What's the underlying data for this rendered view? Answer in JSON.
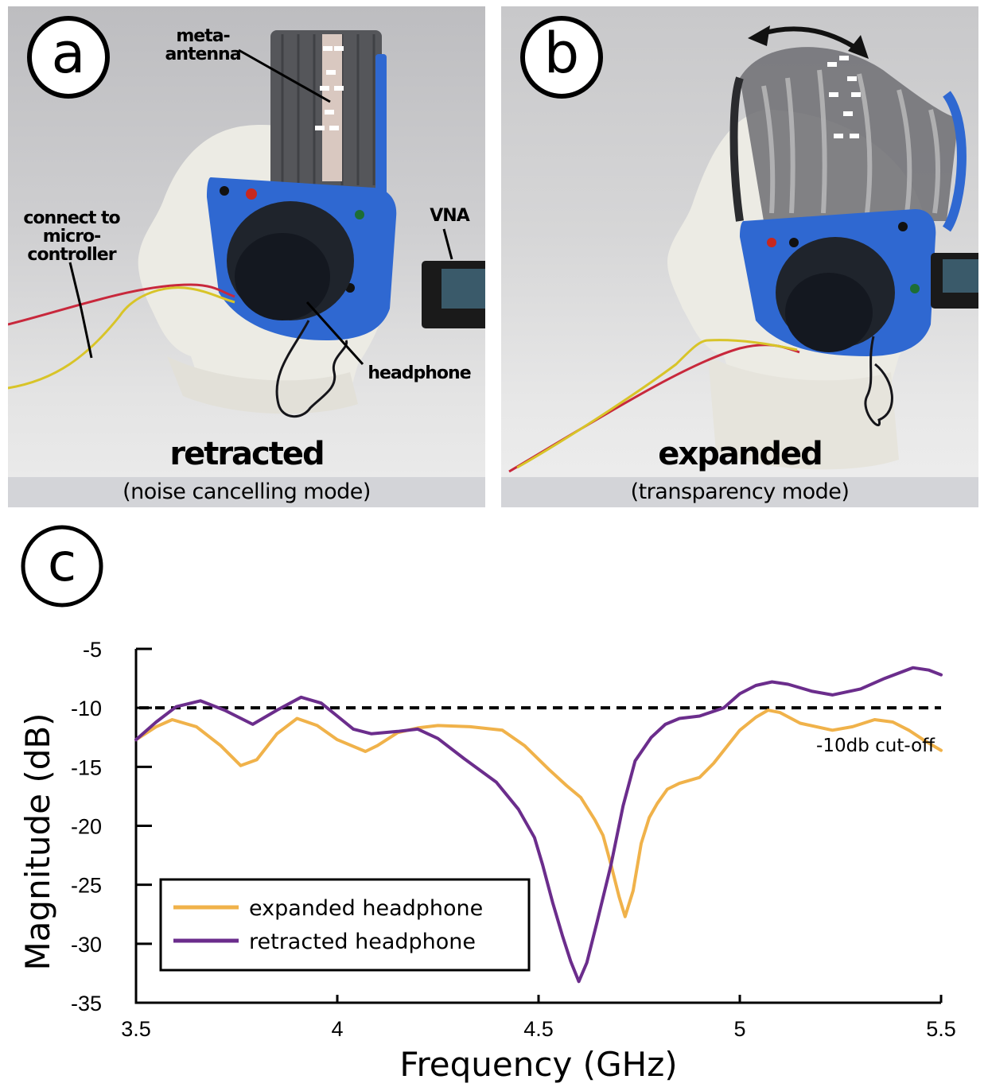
{
  "panels": [
    {
      "label": "a",
      "title": "retracted",
      "subtitle": "(noise cancelling mode)",
      "annotations": {
        "antenna": [
          "meta-",
          "antenna"
        ],
        "controller": [
          "connect to",
          "micro-",
          "controller"
        ],
        "vna": "VNA",
        "headphone": "headphone"
      }
    },
    {
      "label": "b",
      "title": "expanded",
      "subtitle": "(transparency mode)"
    }
  ],
  "chart_label": "c",
  "colors": {
    "expanded": "#f0b24a",
    "retracted": "#6b2d8c",
    "headphone_blue": "#2f68d1"
  },
  "chart_data": {
    "type": "line",
    "title": "",
    "xlabel": "Frequency (GHz)",
    "ylabel": "Magnitude (dB)",
    "xlim": [
      3.5,
      5.5
    ],
    "ylim": [
      -35,
      -5
    ],
    "xticks": [
      "3.5",
      "4",
      "4.5",
      "5",
      "5.5"
    ],
    "xtick_values": [
      3.5,
      4,
      4.5,
      5,
      5.5
    ],
    "yticks": [
      "-5",
      "-10",
      "-15",
      "-20",
      "-25",
      "-30",
      "-35"
    ],
    "ytick_values": [
      -5,
      -10,
      -15,
      -20,
      -25,
      -30,
      -35
    ],
    "grid": false,
    "legend_position": "bottom-left",
    "reference_line": {
      "y": -10,
      "style": "dashed",
      "label": "-10db cut-off"
    },
    "series": [
      {
        "name": "expanded headphone",
        "color": "#f0b24a",
        "x": [
          3.5,
          3.55,
          3.59,
          3.65,
          3.71,
          3.76,
          3.8,
          3.85,
          3.9,
          3.95,
          4.0,
          4.07,
          4.1,
          4.15,
          4.2,
          4.25,
          4.33,
          4.41,
          4.465,
          4.525,
          4.57,
          4.605,
          4.64,
          4.66,
          4.68,
          4.7,
          4.715,
          4.735,
          4.755,
          4.775,
          4.795,
          4.82,
          4.85,
          4.9,
          4.935,
          4.965,
          5.0,
          5.04,
          5.07,
          5.1,
          5.15,
          5.23,
          5.28,
          5.335,
          5.38,
          5.42,
          5.46,
          5.5
        ],
        "y": [
          -12.7,
          -11.6,
          -11.0,
          -11.6,
          -13.2,
          -14.9,
          -14.4,
          -12.2,
          -10.9,
          -11.5,
          -12.7,
          -13.7,
          -13.2,
          -12.1,
          -11.7,
          -11.5,
          -11.6,
          -11.9,
          -13.2,
          -15.2,
          -16.6,
          -17.6,
          -19.5,
          -20.8,
          -23.3,
          -26.0,
          -27.7,
          -25.5,
          -21.5,
          -19.3,
          -18.1,
          -16.9,
          -16.4,
          -15.9,
          -14.7,
          -13.4,
          -11.9,
          -10.8,
          -10.2,
          -10.4,
          -11.3,
          -11.9,
          -11.6,
          -11.0,
          -11.2,
          -11.9,
          -12.8,
          -13.6
        ]
      },
      {
        "name": "retracted headphone",
        "color": "#6b2d8c",
        "x": [
          3.5,
          3.55,
          3.6,
          3.66,
          3.72,
          3.79,
          3.85,
          3.91,
          3.96,
          4.0,
          4.04,
          4.085,
          4.15,
          4.2,
          4.25,
          4.315,
          4.395,
          4.45,
          4.49,
          4.51,
          4.535,
          4.56,
          4.58,
          4.6,
          4.62,
          4.645,
          4.68,
          4.71,
          4.74,
          4.78,
          4.815,
          4.85,
          4.9,
          4.96,
          5.0,
          5.04,
          5.08,
          5.12,
          5.18,
          5.23,
          5.3,
          5.36,
          5.43,
          5.47,
          5.5
        ],
        "y": [
          -12.7,
          -11.2,
          -9.9,
          -9.4,
          -10.2,
          -11.4,
          -10.2,
          -9.1,
          -9.6,
          -10.7,
          -11.8,
          -12.2,
          -12.0,
          -11.8,
          -12.6,
          -14.3,
          -16.3,
          -18.6,
          -21.0,
          -23.3,
          -26.5,
          -29.4,
          -31.5,
          -33.2,
          -31.6,
          -28.2,
          -23.3,
          -18.3,
          -14.5,
          -12.5,
          -11.4,
          -10.9,
          -10.7,
          -10.0,
          -8.8,
          -8.1,
          -7.8,
          -8.0,
          -8.6,
          -8.9,
          -8.4,
          -7.5,
          -6.6,
          -6.8,
          -7.2
        ]
      }
    ]
  }
}
